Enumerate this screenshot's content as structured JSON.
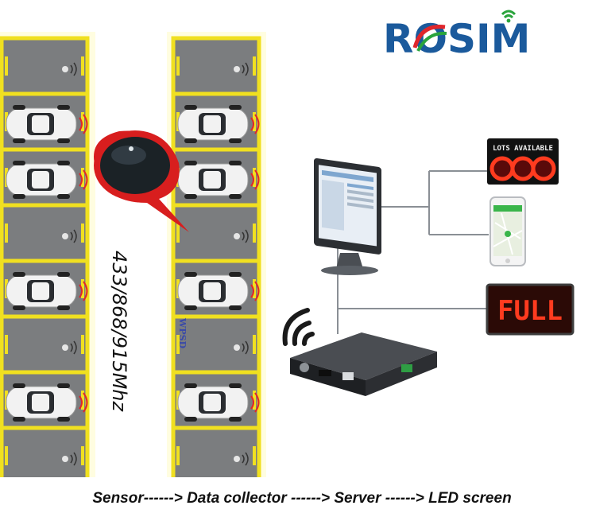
{
  "brand": {
    "logo_text": "ROSIM"
  },
  "frequency_label": "433/868/915Mhz",
  "lot": {
    "wall_marking": "WPSD"
  },
  "displays": {
    "lots_available_title": "LOTS AVAILABLE",
    "lots_available_value": "000",
    "full_sign": "FULL"
  },
  "caption": "Sensor------> Data collector ------> Server ------> LED screen",
  "colors": {
    "lot_asphalt": "#7b7d7f",
    "lot_lines": "#f0e020",
    "sensor_bubble_ring": "#d81e1e",
    "logo_blue": "#1b5a9c",
    "logo_green": "#2aa43c",
    "logo_red": "#e0262b",
    "led_red": "#ff3b1f"
  }
}
